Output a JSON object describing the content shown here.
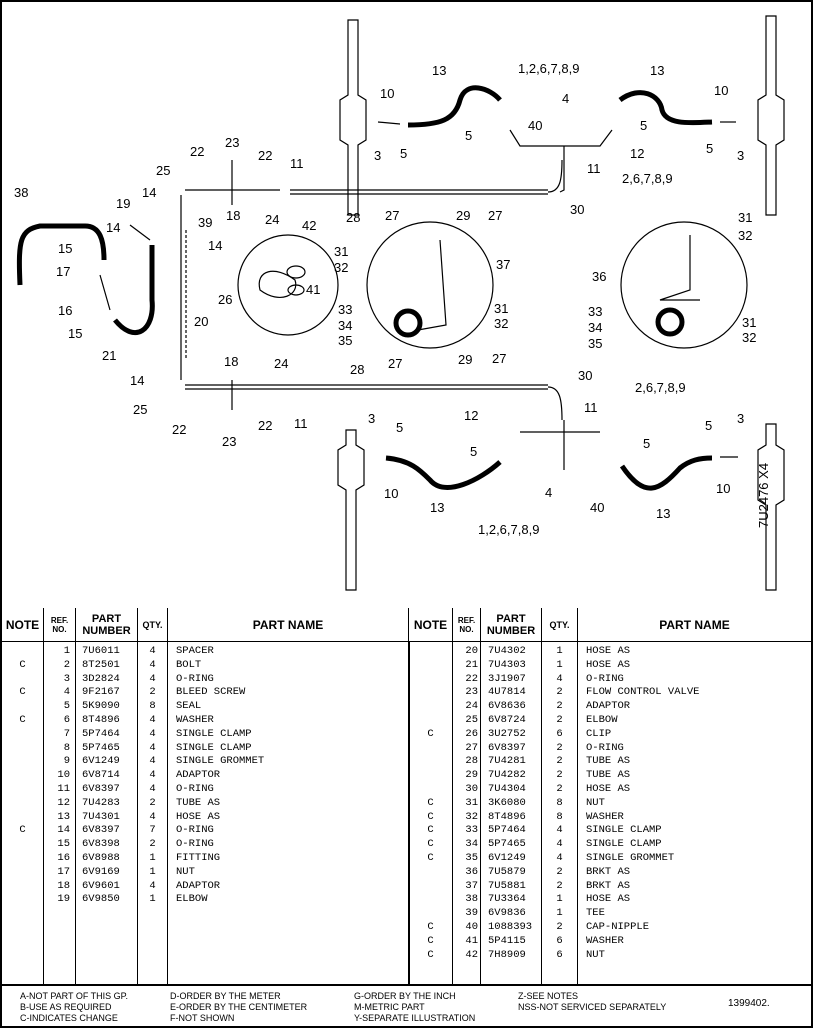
{
  "diagram": {
    "callouts": [
      "1,2,6,7,8,9",
      "2,6,7,8,9",
      "3",
      "4",
      "5",
      "10",
      "11",
      "12",
      "13",
      "14",
      "15",
      "16",
      "17",
      "18",
      "19",
      "20",
      "21",
      "22",
      "23",
      "24",
      "25",
      "26",
      "27",
      "28",
      "29",
      "30",
      "31",
      "32",
      "33",
      "34",
      "35",
      "36",
      "37",
      "38",
      "39",
      "40",
      "41",
      "42"
    ],
    "side_text": "7U2476 X4"
  },
  "table": {
    "headers": {
      "note": "NOTE",
      "ref": "REF. NO.",
      "part": "PART NUMBER",
      "qty": "QTY.",
      "name": "PART NAME"
    },
    "left_rows": [
      {
        "note": "",
        "ref": "1",
        "part": "7U6011",
        "qty": "4",
        "name": "SPACER"
      },
      {
        "note": "C",
        "ref": "2",
        "part": "8T2501",
        "qty": "4",
        "name": "BOLT"
      },
      {
        "note": "",
        "ref": "3",
        "part": "3D2824",
        "qty": "4",
        "name": "O-RING"
      },
      {
        "note": "C",
        "ref": "4",
        "part": "9F2167",
        "qty": "2",
        "name": "BLEED SCREW"
      },
      {
        "note": "",
        "ref": "5",
        "part": "5K9090",
        "qty": "8",
        "name": "SEAL"
      },
      {
        "note": "C",
        "ref": "6",
        "part": "8T4896",
        "qty": "4",
        "name": "WASHER"
      },
      {
        "note": "",
        "ref": "7",
        "part": "5P7464",
        "qty": "4",
        "name": "SINGLE CLAMP"
      },
      {
        "note": "",
        "ref": "8",
        "part": "5P7465",
        "qty": "4",
        "name": "SINGLE CLAMP"
      },
      {
        "note": "",
        "ref": "9",
        "part": "6V1249",
        "qty": "4",
        "name": "SINGLE GROMMET"
      },
      {
        "note": "",
        "ref": "10",
        "part": "6V8714",
        "qty": "4",
        "name": "ADAPTOR"
      },
      {
        "note": "",
        "ref": "11",
        "part": "6V8397",
        "qty": "4",
        "name": "O-RING"
      },
      {
        "note": "",
        "ref": "12",
        "part": "7U4283",
        "qty": "2",
        "name": "TUBE AS"
      },
      {
        "note": "",
        "ref": "13",
        "part": "7U4301",
        "qty": "4",
        "name": "HOSE AS"
      },
      {
        "note": "C",
        "ref": "14",
        "part": "6V8397",
        "qty": "7",
        "name": "O-RING"
      },
      {
        "note": "",
        "ref": "15",
        "part": "6V8398",
        "qty": "2",
        "name": "O-RING"
      },
      {
        "note": "",
        "ref": "16",
        "part": "6V8988",
        "qty": "1",
        "name": "FITTING"
      },
      {
        "note": "",
        "ref": "17",
        "part": "6V9169",
        "qty": "1",
        "name": "NUT"
      },
      {
        "note": "",
        "ref": "18",
        "part": "6V9601",
        "qty": "4",
        "name": "ADAPTOR"
      },
      {
        "note": "",
        "ref": "19",
        "part": "6V9850",
        "qty": "1",
        "name": "ELBOW"
      }
    ],
    "right_rows": [
      {
        "note": "",
        "ref": "20",
        "part": "7U4302",
        "qty": "1",
        "name": "HOSE AS"
      },
      {
        "note": "",
        "ref": "21",
        "part": "7U4303",
        "qty": "1",
        "name": "HOSE AS"
      },
      {
        "note": "",
        "ref": "22",
        "part": "3J1907",
        "qty": "4",
        "name": "O-RING"
      },
      {
        "note": "",
        "ref": "23",
        "part": "4U7814",
        "qty": "2",
        "name": "FLOW CONTROL VALVE"
      },
      {
        "note": "",
        "ref": "24",
        "part": "6V8636",
        "qty": "2",
        "name": "ADAPTOR"
      },
      {
        "note": "",
        "ref": "25",
        "part": "6V8724",
        "qty": "2",
        "name": "ELBOW"
      },
      {
        "note": "C",
        "ref": "26",
        "part": "3U2752",
        "qty": "6",
        "name": "CLIP"
      },
      {
        "note": "",
        "ref": "27",
        "part": "6V8397",
        "qty": "2",
        "name": "O-RING"
      },
      {
        "note": "",
        "ref": "28",
        "part": "7U4281",
        "qty": "2",
        "name": "TUBE AS"
      },
      {
        "note": "",
        "ref": "29",
        "part": "7U4282",
        "qty": "2",
        "name": "TUBE AS"
      },
      {
        "note": "",
        "ref": "30",
        "part": "7U4304",
        "qty": "2",
        "name": "HOSE AS"
      },
      {
        "note": "C",
        "ref": "31",
        "part": "3K6080",
        "qty": "8",
        "name": "NUT"
      },
      {
        "note": "C",
        "ref": "32",
        "part": "8T4896",
        "qty": "8",
        "name": "WASHER"
      },
      {
        "note": "C",
        "ref": "33",
        "part": "5P7464",
        "qty": "4",
        "name": "SINGLE CLAMP"
      },
      {
        "note": "C",
        "ref": "34",
        "part": "5P7465",
        "qty": "4",
        "name": "SINGLE CLAMP"
      },
      {
        "note": "C",
        "ref": "35",
        "part": "6V1249",
        "qty": "4",
        "name": "SINGLE GROMMET"
      },
      {
        "note": "",
        "ref": "36",
        "part": "7U5879",
        "qty": "2",
        "name": "BRKT AS"
      },
      {
        "note": "",
        "ref": "37",
        "part": "7U5881",
        "qty": "2",
        "name": "BRKT AS"
      },
      {
        "note": "",
        "ref": "38",
        "part": "7U3364",
        "qty": "1",
        "name": "HOSE AS"
      },
      {
        "note": "",
        "ref": "39",
        "part": "6V9836",
        "qty": "1",
        "name": "TEE"
      },
      {
        "note": "C",
        "ref": "40",
        "part": "1088393",
        "qty": "2",
        "name": "CAP-NIPPLE"
      },
      {
        "note": "C",
        "ref": "41",
        "part": "5P4115",
        "qty": "6",
        "name": "WASHER"
      },
      {
        "note": "C",
        "ref": "42",
        "part": "7H8909",
        "qty": "6",
        "name": "NUT"
      }
    ]
  },
  "footer": {
    "col1": [
      "A-NOT PART OF THIS GP.",
      "B-USE AS REQUIRED",
      "C-INDICATES CHANGE"
    ],
    "col2": [
      "D-ORDER BY THE METER",
      "E-ORDER BY THE CENTIMETER",
      "F-NOT SHOWN"
    ],
    "col3": [
      "G-ORDER BY THE INCH",
      "M-METRIC PART",
      "Y-SEPARATE ILLUSTRATION"
    ],
    "col4": [
      "Z-SEE NOTES",
      "NSS-NOT SERVICED SEPARATELY"
    ],
    "doc_number": "1399402."
  }
}
